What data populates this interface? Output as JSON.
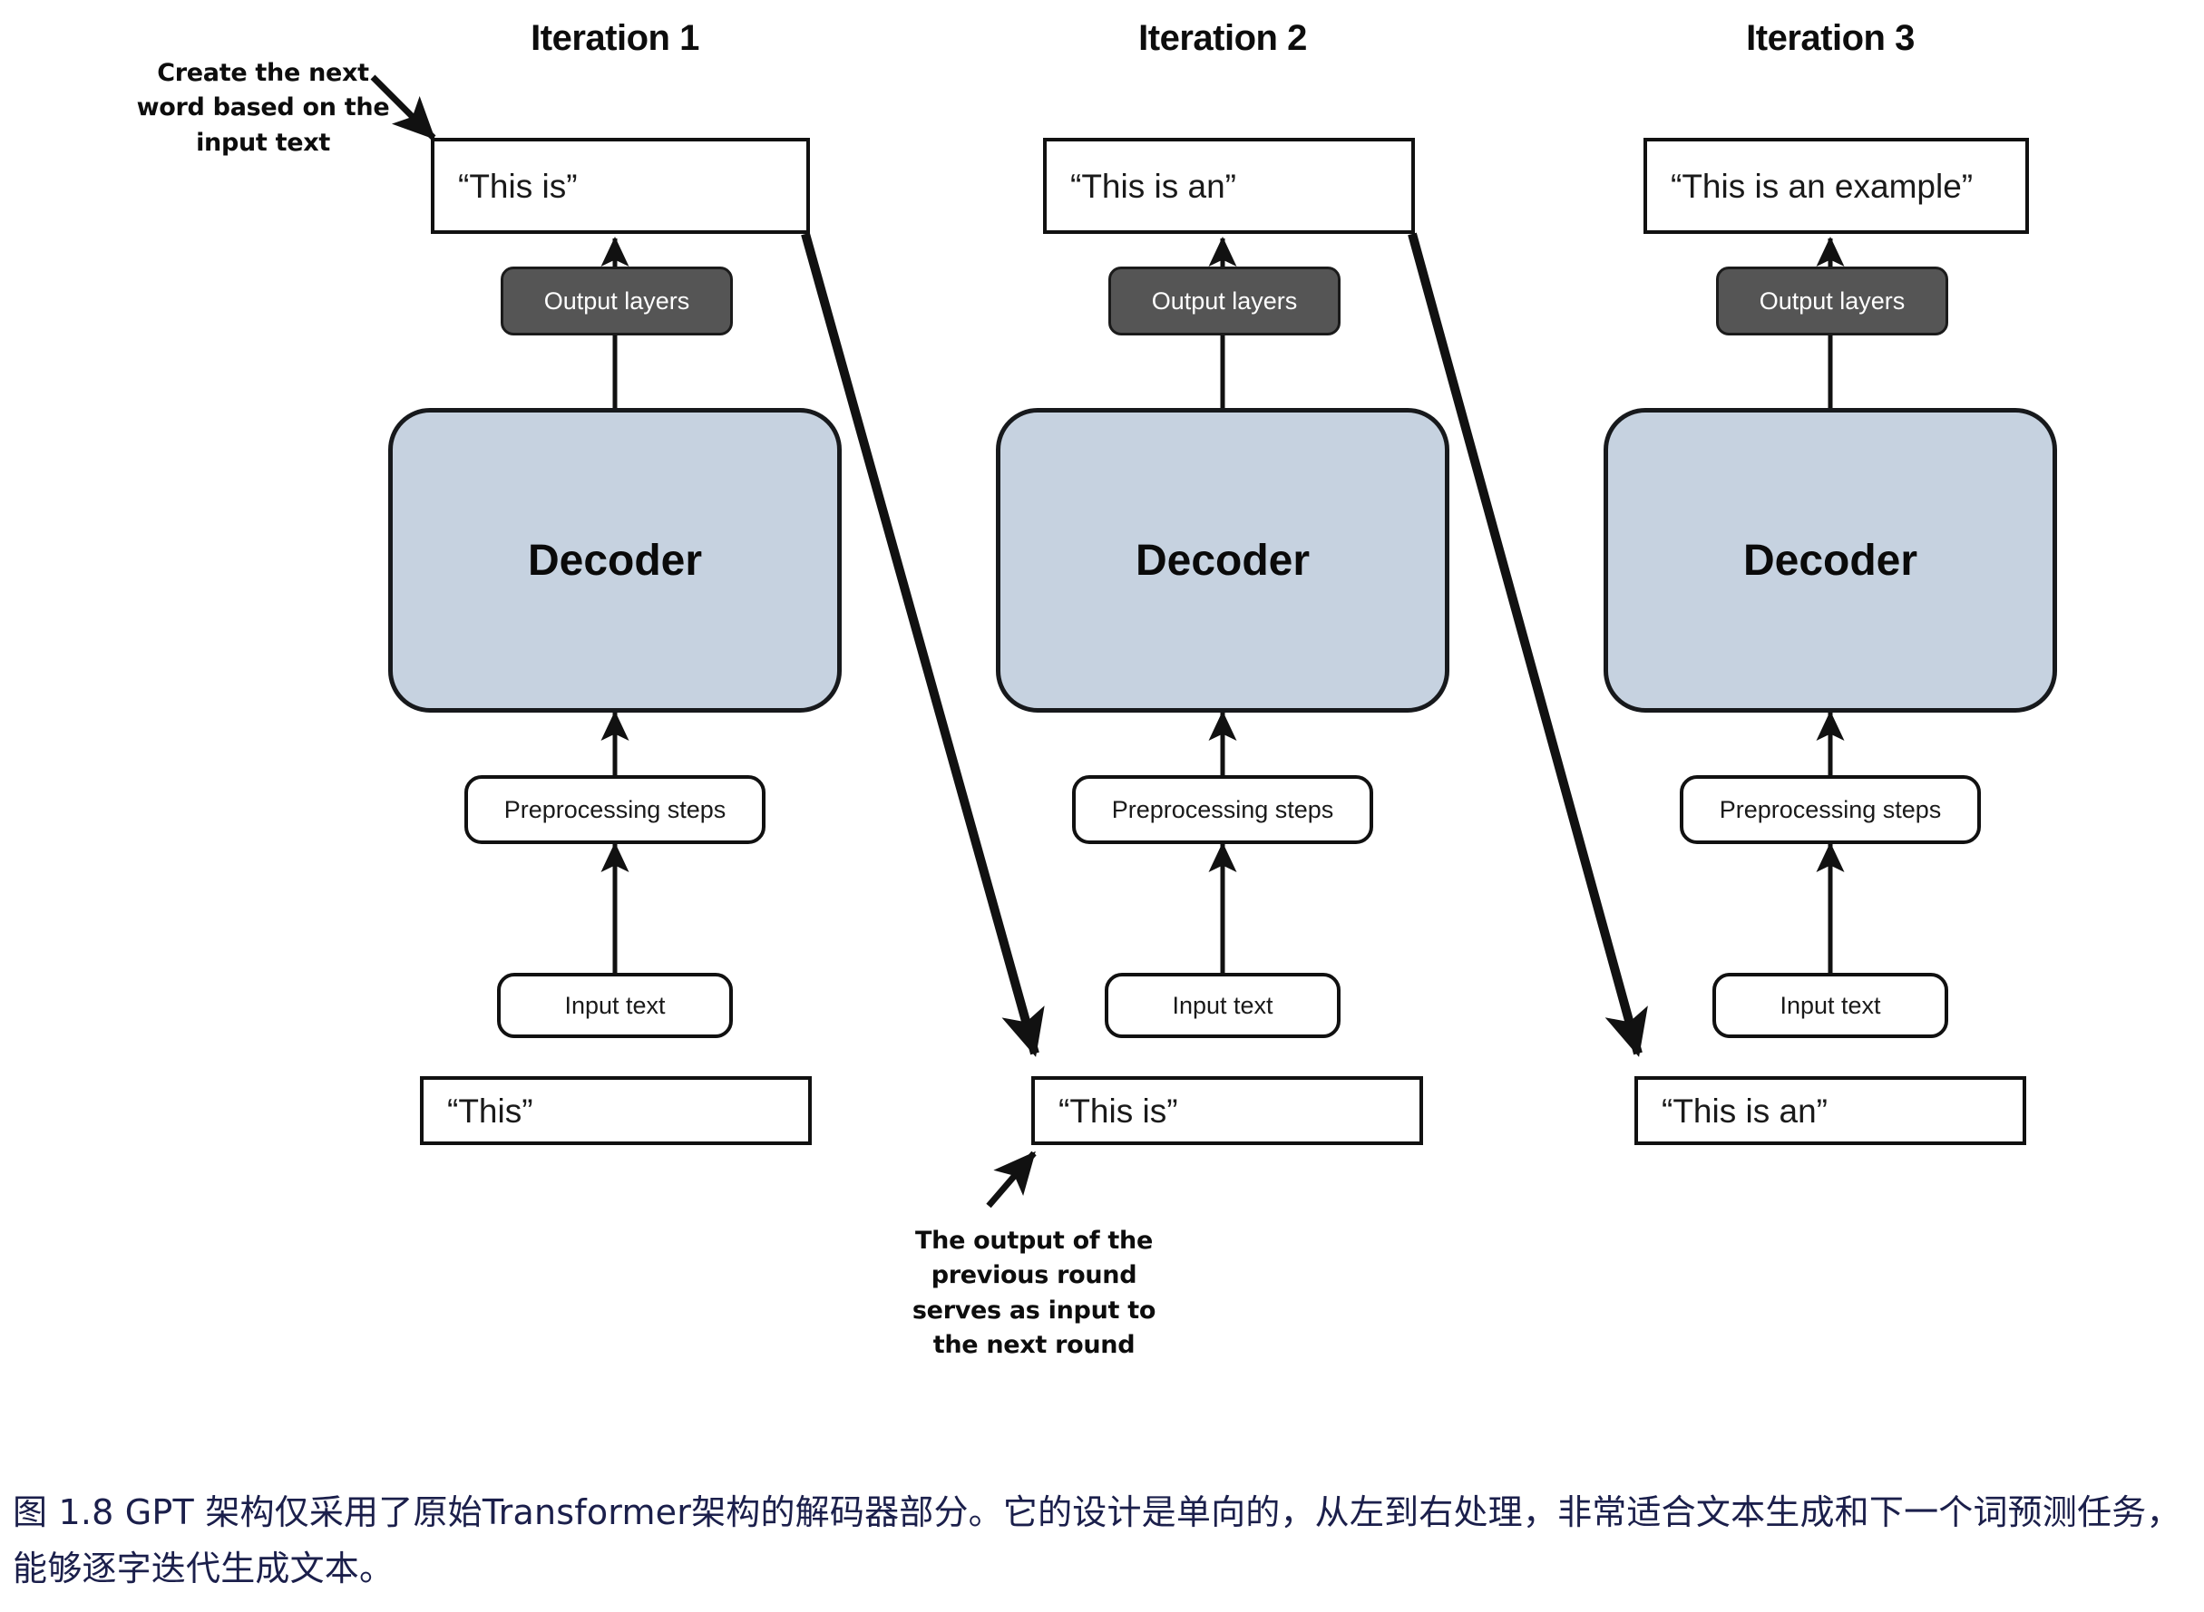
{
  "figure": {
    "caption": "图 1.8  GPT 架构仅采用了原始Transformer架构的解码器部分。它的设计是单向的，从左到右处理，非常适合文本生成和下一个词预测任务，能够逐字迭代生成文本。"
  },
  "labels": {
    "output_layers": "Output layers",
    "decoder": "Decoder",
    "preprocessing_steps": "Preprocessing steps",
    "input_text": "Input text"
  },
  "annotations": {
    "top_left": "Create the next\nword based on the\ninput text",
    "top_left_lines": [
      "Create the next",
      "word based on the",
      "input text"
    ],
    "bottom_middle": "The output of the\nprevious round\nserves as input to\nthe next round",
    "bottom_middle_lines": [
      "The output of the",
      "previous round",
      "serves as input to",
      "the next round"
    ]
  },
  "colors": {
    "decoder_fill": "#c6d2e0",
    "output_layers_fill": "#555555",
    "stroke": "#111111",
    "caption_text": "#1b1f4b",
    "canvas": "#ffffff"
  },
  "columns": [
    {
      "title": "Iteration 1",
      "output_box_text": "“This is”",
      "output_layers": "Output layers",
      "decoder": "Decoder",
      "preprocessing_steps": "Preprocessing steps",
      "input_text": "Input text",
      "input_box_text": "“This”"
    },
    {
      "title": "Iteration 2",
      "output_box_text": "“This is an”",
      "output_layers": "Output layers",
      "decoder": "Decoder",
      "preprocessing_steps": "Preprocessing steps",
      "input_text": "Input text",
      "input_box_text": "“This is”"
    },
    {
      "title": "Iteration 3",
      "output_box_text": "“This is an example”",
      "output_layers": "Output layers",
      "decoder": "Decoder",
      "preprocessing_steps": "Preprocessing steps",
      "input_text": "Input text",
      "input_box_text": "“This is an”"
    }
  ]
}
